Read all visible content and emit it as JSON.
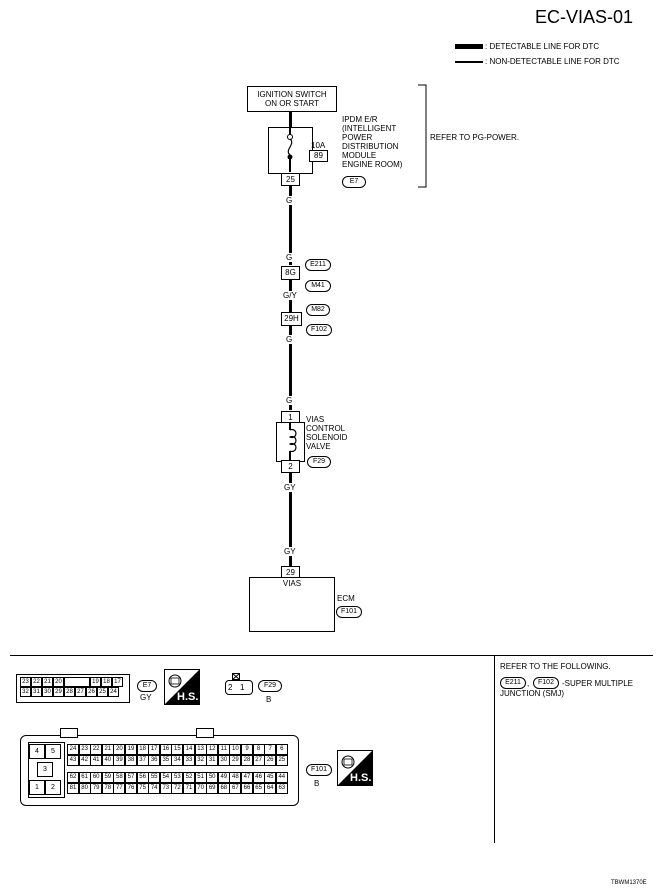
{
  "title": "EC-VIAS-01",
  "legend": {
    "detectable": ": DETECTABLE LINE FOR DTC",
    "non_detectable": ": NON-DETECTABLE LINE FOR DTC"
  },
  "ignition": {
    "line1": "IGNITION SWITCH",
    "line2": "ON OR START"
  },
  "ipdm": {
    "line1": "IPDM E/R",
    "line2": "(INTELLIGENT",
    "line3": "POWER",
    "line4": "DISTRIBUTION",
    "line5": "MODULE",
    "line6": "ENGINE ROOM)",
    "fuse_amp": "10A",
    "fuse_no": "89",
    "pin": "25",
    "connector": "E7",
    "refer": "REFER TO PG-POWER."
  },
  "wires": {
    "g1": "G",
    "g2": "G",
    "gy_slash": "G/Y",
    "g3": "G",
    "g4": "G",
    "gy1": "GY",
    "gy2": "GY"
  },
  "junction1": {
    "pin": "8G",
    "conn_a": "E211",
    "conn_b": "M41"
  },
  "junction2": {
    "pin": "29H",
    "conn_a": "M82",
    "conn_b": "F102"
  },
  "valve": {
    "pin_top": "1",
    "pin_bottom": "2",
    "line1": "VIAS",
    "line2": "CONTROL",
    "line3": "SOLENOID",
    "line4": "VALVE",
    "connector": "F29"
  },
  "ecm": {
    "pin": "29",
    "signal": "VIAS",
    "name": "ECM",
    "connector": "F101"
  },
  "bottom": {
    "refer_title": "REFER TO THE FOLLOWING.",
    "smj_conn_a": "E211",
    "smj_conn_b": "F102",
    "smj_text": "-SUPER MULTIPLE",
    "smj_text2": "JUNCTION (SMJ)",
    "e7_label": "E7",
    "e7_color": "GY",
    "f29_label": "F29",
    "f29_color": "B",
    "f101_label": "F101",
    "f101_color": "B",
    "hs_label": "H.S.",
    "e7_row1": [
      "23",
      "22",
      "21",
      "20",
      "",
      "19",
      "18",
      "17"
    ],
    "e7_row2": [
      "32",
      "31",
      "30",
      "29",
      "28",
      "27",
      "26",
      "25",
      "24"
    ],
    "f29_pins": [
      "2",
      "1"
    ],
    "f101_left": [
      "4",
      "5",
      "3",
      "1",
      "2"
    ],
    "f101_row1": [
      "24",
      "23",
      "22",
      "21",
      "20",
      "19",
      "18",
      "17",
      "16",
      "15",
      "14",
      "13",
      "12",
      "11",
      "10",
      "9",
      "8",
      "7",
      "6"
    ],
    "f101_row2": [
      "43",
      "42",
      "41",
      "40",
      "39",
      "38",
      "37",
      "36",
      "35",
      "34",
      "33",
      "32",
      "31",
      "30",
      "29",
      "28",
      "27",
      "26",
      "25"
    ],
    "f101_row3": [
      "62",
      "61",
      "60",
      "59",
      "58",
      "57",
      "56",
      "55",
      "54",
      "53",
      "52",
      "51",
      "50",
      "49",
      "48",
      "47",
      "46",
      "45",
      "44"
    ],
    "f101_row4": [
      "81",
      "80",
      "79",
      "78",
      "77",
      "76",
      "75",
      "74",
      "73",
      "72",
      "71",
      "70",
      "69",
      "68",
      "67",
      "66",
      "65",
      "64",
      "63"
    ]
  },
  "footer_code": "TBWM1370E"
}
